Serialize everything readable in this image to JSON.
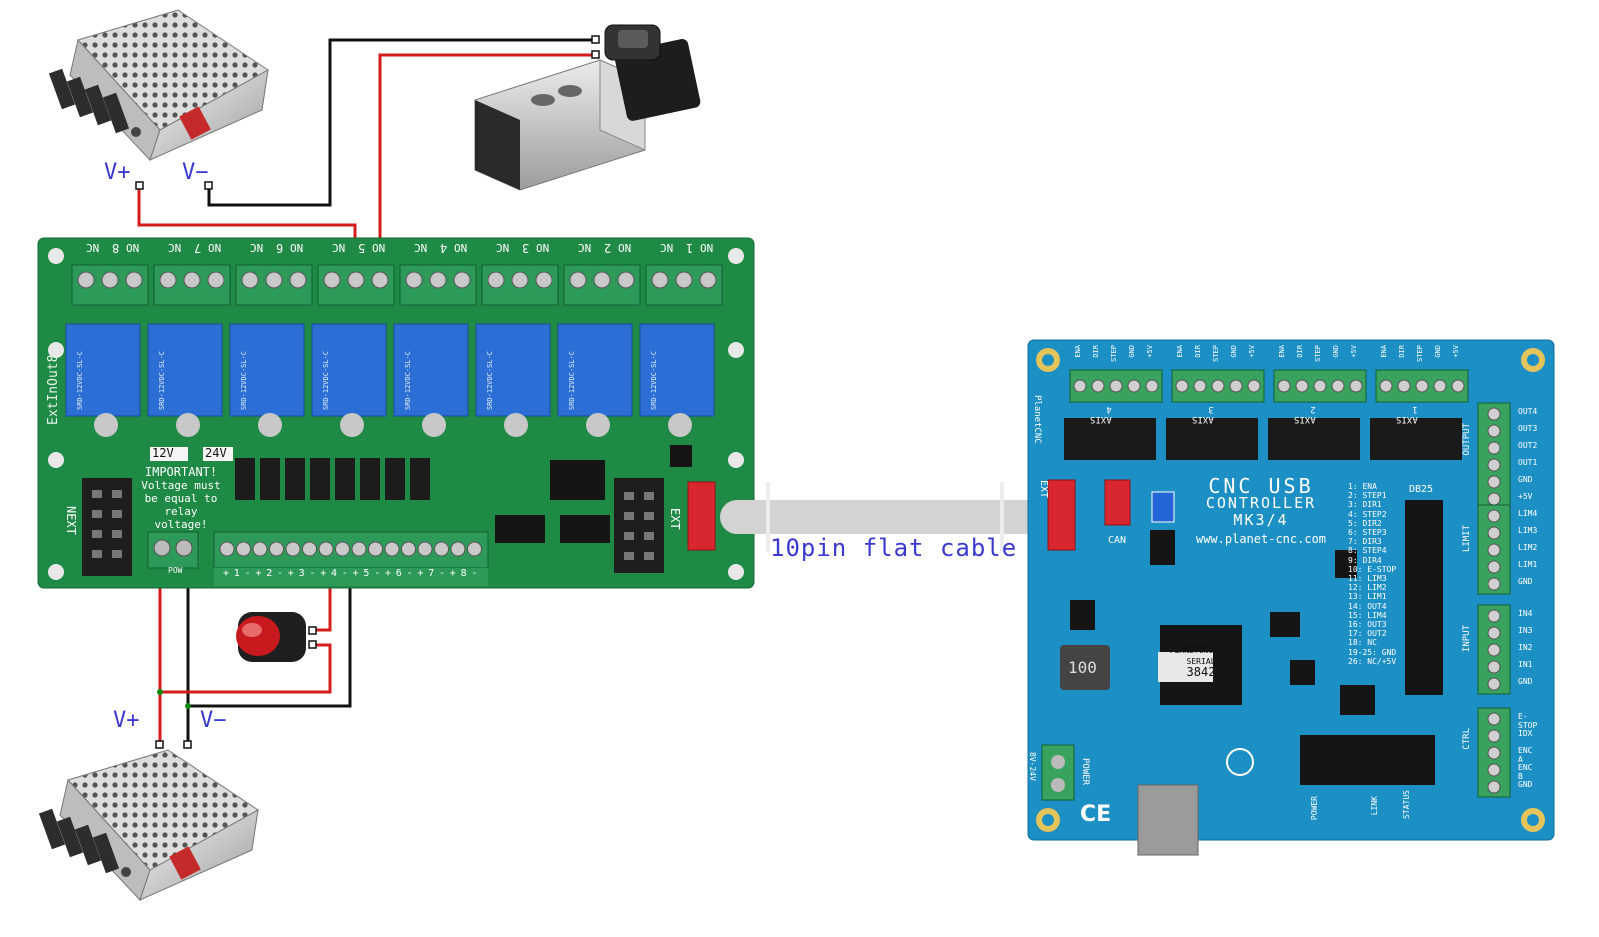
{
  "labels": {
    "psu_top_vplus": "V+",
    "psu_top_vminus": "V−",
    "psu_bottom_vplus": "V+",
    "psu_bottom_vminus": "V−",
    "cable": "10pin flat cable"
  },
  "relay_board": {
    "name": "ExtInOut8",
    "relay_channels": [
      "8",
      "7",
      "6",
      "5",
      "4",
      "3",
      "2",
      "1"
    ],
    "contact_labels": [
      "NO",
      "NC"
    ],
    "relay_text": "SRD-12VDC-SL-C",
    "voltage_options": [
      "12V",
      "24V"
    ],
    "warning": [
      "IMPORTANT!",
      "Voltage must",
      "be equal to",
      "relay voltage!"
    ],
    "next_label": "NEXT",
    "ext_label": "EXT",
    "pow_label": "POW",
    "input_labels": [
      "+",
      "1",
      "-",
      "+",
      "2",
      "-",
      "+",
      "3",
      "-",
      "+",
      "4",
      "-",
      "+",
      "5",
      "-",
      "+",
      "6",
      "-",
      "+",
      "7",
      "-",
      "+",
      "8",
      "-"
    ]
  },
  "controller": {
    "title_lines": [
      "CNC USB",
      "CONTROLLER",
      "MK3/4"
    ],
    "website": "www.planet-cnc.com",
    "brand": "PlanetCNC",
    "axes": [
      "AXIS 4",
      "AXIS 3",
      "AXIS 2",
      "AXIS 1"
    ],
    "axis_pins": [
      "ENA",
      "DIR",
      "STEP",
      "GND",
      "+5V"
    ],
    "output_pins": [
      "OUT4",
      "OUT3",
      "OUT2",
      "OUT1",
      "GND",
      "+5V"
    ],
    "limit_pins": [
      "LIM4",
      "LIM3",
      "LIM2",
      "LIM1",
      "GND"
    ],
    "input_pins": [
      "IN4",
      "IN3",
      "IN2",
      "IN1",
      "GND"
    ],
    "ctrl_pins": [
      "E-STOP",
      "IDX",
      "ENC A",
      "ENC B",
      "GND"
    ],
    "group_labels": [
      "OUTPUT",
      "LIMIT",
      "INPUT",
      "CTRL"
    ],
    "db25_label": "DB25",
    "db25_pins": [
      "1: ENA",
      "2: STEP1",
      "3: DIR1",
      "4: STEP2",
      "5: DIR2",
      "6: STEP3",
      "7: DIR3",
      "8: STEP4",
      "9: DIR4",
      "10: E-STOP",
      "11: LIM3",
      "12: LIM2",
      "13: LIM1",
      "14: OUT4",
      "15: LIM4",
      "16: OUT3",
      "17: OUT2",
      "18: NC",
      "19-25: GND",
      "26: NC/+5V"
    ],
    "ext_label": "EXT",
    "can_label": "CAN",
    "power_label": "POWER",
    "power_voltage": "8V-24V",
    "status_labels": [
      "POWER",
      "LINK",
      "STATUS"
    ],
    "chip_text": [
      "PLANETCNC-MK4",
      "SERIAL",
      "3842"
    ],
    "inductor_text": "100",
    "ce_mark": "CE"
  },
  "colors": {
    "wire_red": "#d41c1c",
    "wire_black": "#111111",
    "relay_pcb": "#1f8a45",
    "controller_pcb": "#1c8fc4",
    "cable": "#d3d3d3",
    "label_blue": "#3a3ad0"
  }
}
